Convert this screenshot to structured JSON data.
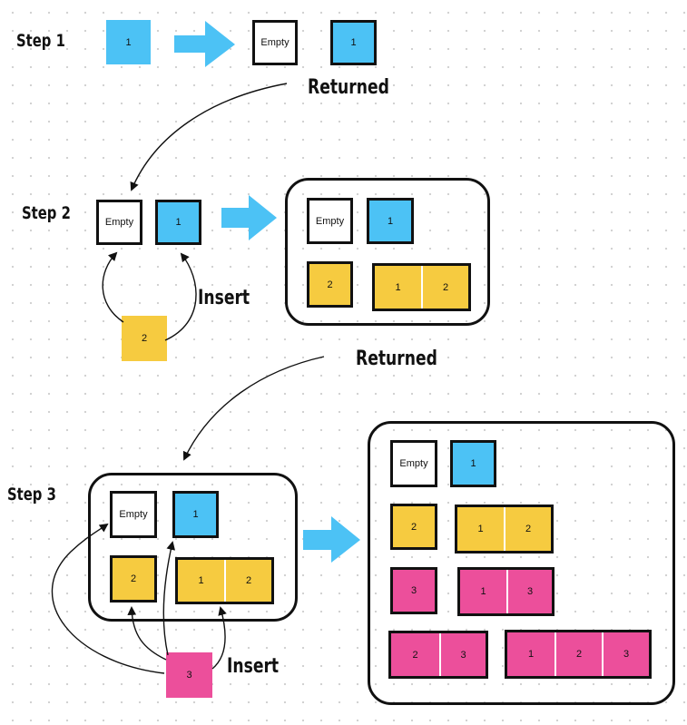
{
  "labels": {
    "step1": "Step 1",
    "step2": "Step 2",
    "step3": "Step 3",
    "returned": "Returned",
    "insert": "Insert",
    "empty": "Empty"
  },
  "numbers": {
    "one": "1",
    "two": "2",
    "three": "3"
  },
  "colors": {
    "blue": "#4cc2f5",
    "yellow": "#f6cb40",
    "pink": "#ec4f9b",
    "stroke": "#111111"
  }
}
